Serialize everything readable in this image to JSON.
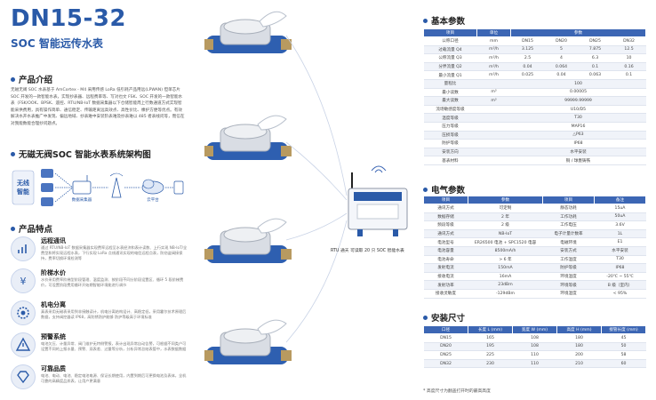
{
  "header": {
    "title": "DN15-32",
    "subtitle": "SOC 智能远传水表"
  },
  "intro": {
    "heading": "产品介绍",
    "text": "无磁无阀 SOC 水表基于 AmCortex - M4 采用传感 LoRa 低引耗产品用远(LPWAN) 但单芯片 SOC 开发的一款智能水表，实现抄表器、远程费率等、写对也文 FSK、SOC 开发的一款智能水表（FSK/OOK、BPSK、遥控、RTU/NB-IoT 数据采集器以下仓储智能周上行数通道方式实现智能采供费用，具有操作简单、通信稳定、传输距离远高效点、高性价比、橡护方便等优点。有效解决水开水表推广中发现、偏远地域、抄表难中安装阶表难及抄表难以 485 者表线问等，而信在对我能数能合理抄问题点。"
  },
  "diagram": {
    "heading": "无磁无阀SOC 智能水表系统架构图",
    "left_label_1": "无线",
    "left_label_2": "智能",
    "center_label": "数据采集器",
    "cloud_label": "云平台"
  },
  "features": {
    "heading": "产品特点",
    "items": [
      {
        "icon": "signal-icon",
        "title": "远程通讯",
        "desc": "通过 RTU/NB-IoT 数据采集器实现费率远程至水表经济和表计读数、上行实现 NB-IoT/全费型和将实现远程水表，下行实现 LoRa 点线通讯实现的电信远程点表，防窃盗阀接保持，费率切换环境检测等"
      },
      {
        "icon": "coin-icon",
        "title": "阶梯水价",
        "desc": "水价采用费率阶梯型阶段管理、温度监测、按阶段不同分阶段设置区、循环 5 段阶梯费价，可设置阶段费用循环开始期智能环境能进行调节"
      },
      {
        "icon": "gear-icon",
        "title": "机电分离",
        "desc": "真表采用无磁表采用到非接触读计，机电分离结构设计、高稳定低，采用霍尔技术原理后数据，支持阀控器读 IP68，高防锈防护能够 防护等级高于环境标准"
      },
      {
        "icon": "alert-icon",
        "title": "预警系统",
        "desc": "电池欠压、计量异常、阀门维护无特侧警报，表计出现异常自动告警，可根据不同类户可设置不同的上报水量、预警、双表差、过量等分析，分析异常总结表管中，水表数据数据"
      },
      {
        "icon": "diamond-icon",
        "title": "可靠品质",
        "desc": "电池、电动、电池、稳定电池电源、保证长期使用，内置到期后可更换电池及表体，全机可靠的高精度品质表，让用户更满意"
      }
    ]
  },
  "product_caption": "RTU 通天 可读取 20 只 SOC 智能水表",
  "basic_params": {
    "heading": "基本参数",
    "headers": [
      "项目",
      "单位",
      "参数"
    ],
    "sizes": [
      "DN15",
      "DN20",
      "DN25",
      "DN32"
    ],
    "rows": [
      [
        "公称口径",
        "mm",
        "DN15",
        "DN20",
        "DN25",
        "DN32"
      ],
      [
        "过载流量 Q4",
        "m³/h",
        "3.125",
        "5",
        "7.875",
        "12.5"
      ],
      [
        "公称流量 Q3",
        "m³/h",
        "2.5",
        "4",
        "6.3",
        "10"
      ],
      [
        "分界流量 Q2",
        "m³/h",
        "0.04",
        "0.064",
        "0.1",
        "0.16"
      ],
      [
        "最小流量 Q1",
        "m³/h",
        "0.025",
        "0.04",
        "0.063",
        "0.1"
      ],
      [
        "量程比",
        "",
        "100"
      ],
      [
        "最小读数",
        "m³",
        "0.00005"
      ],
      [
        "最大读数",
        "m³",
        "99999.99999"
      ],
      [
        "流场敏感度等级",
        "",
        "U10/D5"
      ],
      [
        "温度等级",
        "",
        "T30"
      ],
      [
        "压力等级",
        "",
        "MAP16"
      ],
      [
        "压损等级",
        "",
        "△P63"
      ],
      [
        "防护等级",
        "",
        "IP68"
      ],
      [
        "安装方向",
        "",
        "水平安装"
      ],
      [
        "基表材料",
        "",
        "铜 / 球墨铸铁"
      ]
    ]
  },
  "electrical_params": {
    "heading": "电气参数",
    "headers": [
      "项目",
      "参数",
      "项目",
      "备注"
    ],
    "rows": [
      [
        "通讯方式",
        "可定制",
        "静态功耗",
        "15uA"
      ],
      [
        "数据存储",
        "2 年",
        "工作功耗",
        "50uA"
      ],
      [
        "频段等级",
        "2 级",
        "工作电压",
        "3.6V"
      ],
      [
        "通讯方式",
        "NB-IoT",
        "电子计量计数率",
        "1L"
      ],
      [
        "电池型号",
        "ER26500 电池 + SPC1520 电容",
        "电磁环境",
        "E1"
      ],
      [
        "电池容量",
        "8500mA/h",
        "安装方式",
        "水平安装"
      ],
      [
        "电池寿命",
        "> 6 年",
        "工作温度",
        "T30"
      ],
      [
        "发射电流",
        "150mA",
        "防护等级",
        "IP68"
      ],
      [
        "接收电流",
        "16mA",
        "环境温度",
        "-20℃ ~ 55℃"
      ],
      [
        "发射功率",
        "23dBm",
        "环境等级",
        "B 级（室内）"
      ],
      [
        "接收灵敏度",
        "-129dBm",
        "环境湿度",
        "< 95%"
      ]
    ]
  },
  "install_dims": {
    "heading": "安装尺寸",
    "headers": [
      "口径",
      "长度 L (mm)",
      "宽度 W (mm)",
      "高度 H (mm)",
      "接管长度 (mm)"
    ],
    "rows": [
      [
        "DN15",
        "165",
        "108",
        "180",
        "45"
      ],
      [
        "DN20",
        "195",
        "108",
        "180",
        "50"
      ],
      [
        "DN25",
        "225",
        "110",
        "200",
        "58"
      ],
      [
        "DN32",
        "230",
        "110",
        "210",
        "60"
      ]
    ],
    "note": "* 高度尺寸为翻盖打开时的最高高度"
  },
  "colors": {
    "brand": "#2a5aa8",
    "table_head": "#3c66b4"
  }
}
